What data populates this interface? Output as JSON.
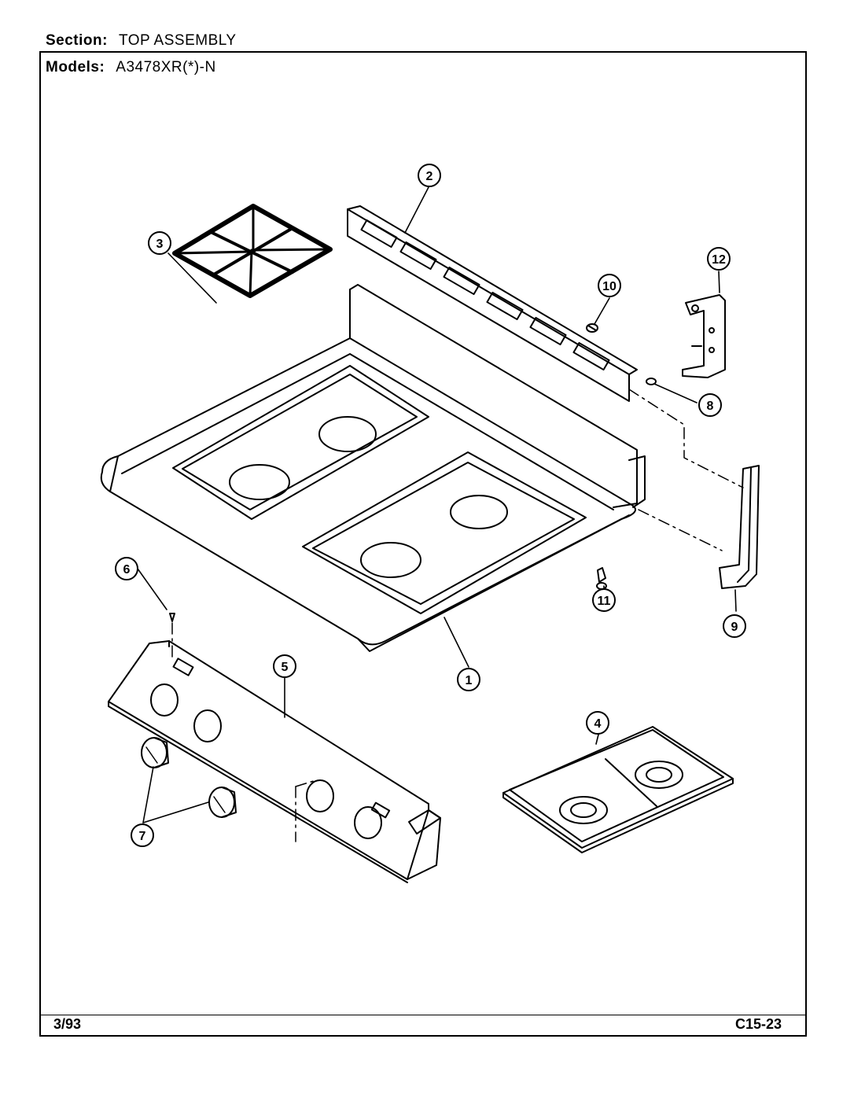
{
  "header": {
    "section_label": "Section:",
    "section_value": "TOP ASSEMBLY",
    "models_label": "Models:",
    "models_value": "A3478XR(*)-N"
  },
  "footer": {
    "date": "3/93",
    "code": "C15-23"
  },
  "callouts": [
    "1",
    "2",
    "3",
    "4",
    "5",
    "6",
    "7",
    "8",
    "9",
    "10",
    "11",
    "12"
  ]
}
